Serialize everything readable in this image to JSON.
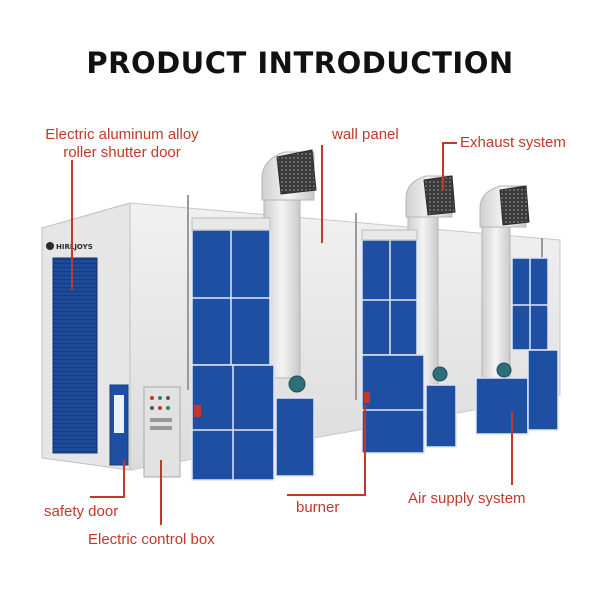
{
  "title": "PRODUCT INTRODUCTION",
  "brand": "HIRLJOYS",
  "labels": {
    "shutter_line1": "Electric aluminum alloy",
    "shutter_line2": "roller shutter door",
    "wall_panel": "wall panel",
    "exhaust": "Exhaust system",
    "safety_door": "safety door",
    "control_box": "Electric control box",
    "burner": "burner",
    "air_supply": "Air supply system"
  },
  "colors": {
    "accent": "#c0392b",
    "panel_blue": "#1f4fa3",
    "booth_white": "#ececec"
  }
}
